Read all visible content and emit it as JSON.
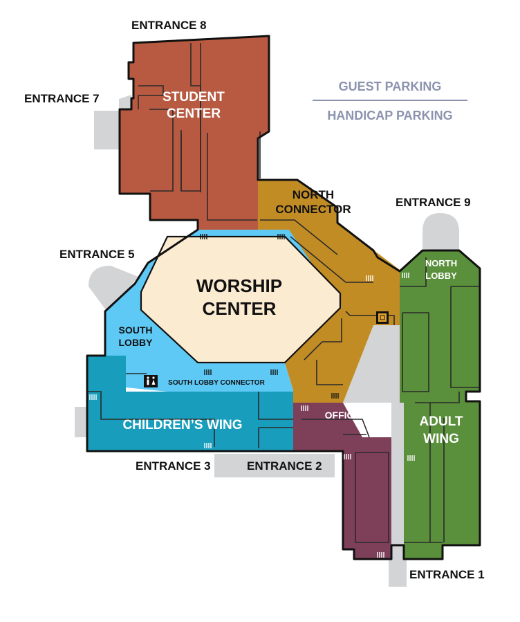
{
  "map": {
    "entrances": {
      "e8": "ENTRANCE 8",
      "e7": "ENTRANCE 7",
      "e9": "ENTRANCE 9",
      "e5": "ENTRANCE 5",
      "e3": "ENTRANCE 3",
      "e2": "ENTRANCE 2",
      "e1": "ENTRANCE 1"
    },
    "areas": {
      "student_center_1": "STUDENT",
      "student_center_2": "CENTER",
      "north_connector_1": "NORTH",
      "north_connector_2": "CONNECTOR",
      "worship_center_1": "WORSHIP",
      "worship_center_2": "CENTER",
      "south_lobby_1": "SOUTH",
      "south_lobby_2": "LOBBY",
      "south_lobby_connector": "SOUTH LOBBY CONNECTOR",
      "childrens_wing": "CHILDREN’S WING",
      "offices": "OFFICES",
      "north_lobby_1": "NORTH",
      "north_lobby_2": "LOBBY",
      "adult_wing_1": "ADULT",
      "adult_wing_2": "WING"
    },
    "legend": {
      "guest_parking": "GUEST PARKING",
      "handicap_parking": "HANDICAP PARKING"
    },
    "colors": {
      "student_center": "#b85a41",
      "north_connector": "#c28c25",
      "worship_center": "#fbebd1",
      "south_lobby": "#5ec9f5",
      "childrens_wing": "#189ebc",
      "offices": "#7e3f59",
      "adult_wing": "#5a8f3b",
      "parking_gray": "#d3d4d6",
      "legend_text": "#8b93ae"
    }
  }
}
